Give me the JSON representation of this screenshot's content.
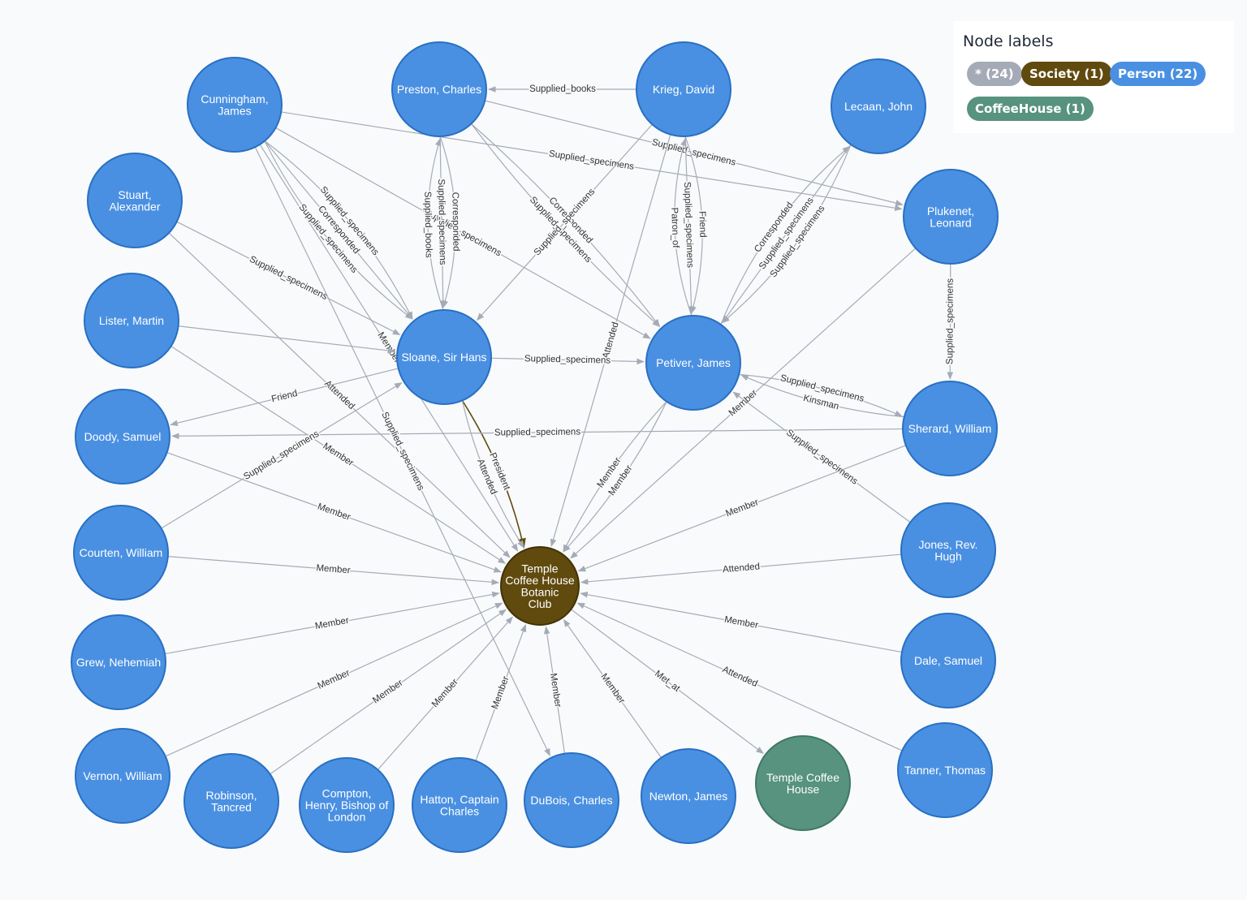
{
  "legend": {
    "title": "Node labels",
    "items": [
      {
        "text": "* (24)",
        "color": "#a5abb6"
      },
      {
        "text": "Society (1)",
        "color": "#604a0e"
      },
      {
        "text": "Person (22)",
        "color": "#4a90e2"
      },
      {
        "text": "CoffeeHouse (1)",
        "color": "#57937e"
      }
    ]
  },
  "colors": {
    "person": "#4a90e2",
    "person_border": "#2870c2",
    "society": "#604a0e",
    "society_border": "#423204",
    "coffeehouse": "#57937e",
    "coffeehouse_border": "#3f7862",
    "edge": "#a5abb6",
    "edge_highlight": "#604a0e"
  },
  "nodes": [
    {
      "id": "cunningham",
      "type": "person",
      "lines": [
        "Cunningham,",
        "James"
      ]
    },
    {
      "id": "preston",
      "type": "person",
      "lines": [
        "Preston, Charles"
      ]
    },
    {
      "id": "krieg",
      "type": "person",
      "lines": [
        "Krieg, David"
      ]
    },
    {
      "id": "lecaan",
      "type": "person",
      "lines": [
        "Lecaan, John"
      ]
    },
    {
      "id": "stuart",
      "type": "person",
      "lines": [
        "Stuart,",
        "Alexander"
      ]
    },
    {
      "id": "plukenet",
      "type": "person",
      "lines": [
        "Plukenet,",
        "Leonard"
      ]
    },
    {
      "id": "lister",
      "type": "person",
      "lines": [
        "Lister, Martin"
      ]
    },
    {
      "id": "sloane",
      "type": "person",
      "lines": [
        "Sloane, Sir Hans"
      ]
    },
    {
      "id": "petiver",
      "type": "person",
      "lines": [
        "Petiver, James"
      ]
    },
    {
      "id": "doody",
      "type": "person",
      "lines": [
        "Doody, Samuel"
      ]
    },
    {
      "id": "sherard",
      "type": "person",
      "lines": [
        "Sherard, William"
      ]
    },
    {
      "id": "courten",
      "type": "person",
      "lines": [
        "Courten, William"
      ]
    },
    {
      "id": "jones",
      "type": "person",
      "lines": [
        "Jones, Rev.",
        "Hugh"
      ]
    },
    {
      "id": "temple",
      "type": "society",
      "lines": [
        "Temple",
        "Coffee House",
        "Botanic",
        "Club"
      ]
    },
    {
      "id": "grew",
      "type": "person",
      "lines": [
        "Grew, Nehemiah"
      ]
    },
    {
      "id": "dale",
      "type": "person",
      "lines": [
        "Dale, Samuel"
      ]
    },
    {
      "id": "vernon",
      "type": "person",
      "lines": [
        "Vernon, William"
      ]
    },
    {
      "id": "robinson",
      "type": "person",
      "lines": [
        "Robinson,",
        "Tancred"
      ]
    },
    {
      "id": "compton",
      "type": "person",
      "lines": [
        "Compton,",
        "Henry, Bishop of",
        "London"
      ]
    },
    {
      "id": "hatton",
      "type": "person",
      "lines": [
        "Hatton, Captain",
        "Charles"
      ]
    },
    {
      "id": "dubois",
      "type": "person",
      "lines": [
        "DuBois, Charles"
      ]
    },
    {
      "id": "newton",
      "type": "person",
      "lines": [
        "Newton, James"
      ]
    },
    {
      "id": "tchouse",
      "type": "coffeehouse",
      "lines": [
        "Temple Coffee",
        "House"
      ]
    },
    {
      "id": "tanner",
      "type": "person",
      "lines": [
        "Tanner, Thomas"
      ]
    }
  ],
  "edges": [
    {
      "from": "cunningham",
      "to": "sloane",
      "label": "Supplied_specimens"
    },
    {
      "from": "cunningham",
      "to": "sloane",
      "label": "Corresponded"
    },
    {
      "from": "cunningham",
      "to": "petiver",
      "label": "Supplied_specimens"
    },
    {
      "from": "cunningham",
      "to": "plukenet",
      "label": "Supplied_specimens"
    },
    {
      "from": "cunningham",
      "to": "temple",
      "label": "Member"
    },
    {
      "from": "cunningham",
      "to": "sloane",
      "label": "Supplied_specimens"
    },
    {
      "from": "preston",
      "to": "sloane",
      "label": "Corresponded"
    },
    {
      "from": "preston",
      "to": "sloane",
      "label": "Supplied_specimens"
    },
    {
      "from": "preston",
      "to": "petiver",
      "label": "Supplied_specimens"
    },
    {
      "from": "preston",
      "to": "petiver",
      "label": "Corresponded"
    },
    {
      "from": "sloane",
      "to": "preston",
      "label": "Supplied_books"
    },
    {
      "from": "preston",
      "to": "plukenet",
      "label": "Supplied_specimens"
    },
    {
      "from": "krieg",
      "to": "petiver",
      "label": "Friend"
    },
    {
      "from": "krieg",
      "to": "petiver",
      "label": "Supplied_specimens"
    },
    {
      "from": "krieg",
      "to": "sloane",
      "label": "Supplied_specimens"
    },
    {
      "from": "krieg",
      "to": "temple",
      "label": "Attended"
    },
    {
      "from": "petiver",
      "to": "krieg",
      "label": "Patron_of"
    },
    {
      "from": "krieg",
      "to": "preston",
      "label": "Supplied_books"
    },
    {
      "from": "lecaan",
      "to": "petiver",
      "label": "Supplied_specimens"
    },
    {
      "from": "lecaan",
      "to": "petiver",
      "label": "Supplied_specimens"
    },
    {
      "from": "petiver",
      "to": "lecaan",
      "label": "Corresponded"
    },
    {
      "from": "stuart",
      "to": "sloane",
      "label": "Supplied_specimens"
    },
    {
      "from": "stuart",
      "to": "temple",
      "label": "Attended"
    },
    {
      "from": "plukenet",
      "to": "sherard",
      "label": "Supplied_specimens"
    },
    {
      "from": "plukenet",
      "to": "temple",
      "label": "Member"
    },
    {
      "from": "lister",
      "to": "sloane",
      "label": ""
    },
    {
      "from": "lister",
      "to": "temple",
      "label": "Member"
    },
    {
      "from": "sloane",
      "to": "petiver",
      "label": "Supplied_specimens"
    },
    {
      "from": "sloane",
      "to": "temple",
      "label": "President"
    },
    {
      "from": "sloane",
      "to": "doody",
      "label": "Friend"
    },
    {
      "from": "sloane",
      "to": "temple",
      "label": "Attended"
    },
    {
      "from": "petiver",
      "to": "sherard",
      "label": "Supplied_specimens"
    },
    {
      "from": "sherard",
      "to": "petiver",
      "label": "Kinsman"
    },
    {
      "from": "petiver",
      "to": "temple",
      "label": "Member"
    },
    {
      "from": "petiver",
      "to": "temple",
      "label": "Member"
    },
    {
      "from": "sherard",
      "to": "doody",
      "label": "Supplied_specimens"
    },
    {
      "from": "jones",
      "to": "petiver",
      "label": "Supplied_specimens"
    },
    {
      "from": "sherard",
      "to": "temple",
      "label": "Member"
    },
    {
      "from": "courten",
      "to": "sloane",
      "label": "Supplied_specimens"
    },
    {
      "from": "courten",
      "to": "temple",
      "label": "Member"
    },
    {
      "from": "doody",
      "to": "temple",
      "label": "Member"
    },
    {
      "from": "jones",
      "to": "temple",
      "label": "Attended"
    },
    {
      "from": "grew",
      "to": "temple",
      "label": "Member"
    },
    {
      "from": "dale",
      "to": "temple",
      "label": "Member"
    },
    {
      "from": "vernon",
      "to": "temple",
      "label": "Member"
    },
    {
      "from": "robinson",
      "to": "temple",
      "label": "Member"
    },
    {
      "from": "compton",
      "to": "temple",
      "label": "Member"
    },
    {
      "from": "hatton",
      "to": "temple",
      "label": "Member"
    },
    {
      "from": "dubois",
      "to": "temple",
      "label": "Member"
    },
    {
      "from": "newton",
      "to": "temple",
      "label": "Member"
    },
    {
      "from": "temple",
      "to": "tchouse",
      "label": "Met_at"
    },
    {
      "from": "tanner",
      "to": "temple",
      "label": "Attended"
    },
    {
      "from": "cunningham",
      "to": "dubois",
      "label": "Supplied_specimens"
    }
  ]
}
